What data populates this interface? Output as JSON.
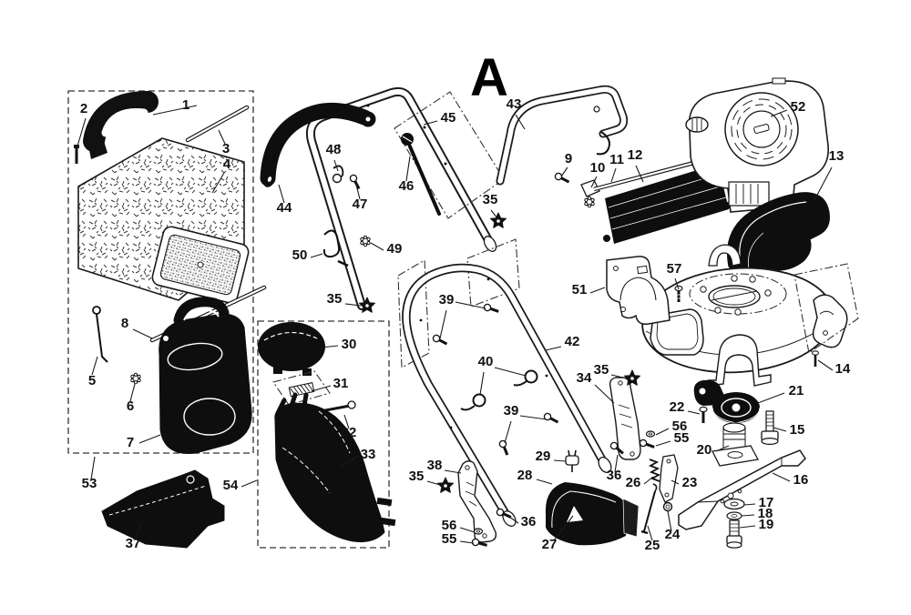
{
  "view_label": "A",
  "colors": {
    "background": "#ffffff",
    "ink": "#1a1a1a",
    "dark_part_fill": "#111111"
  },
  "labels": {
    "1": "1",
    "2": "2",
    "3": "3",
    "4": "4",
    "5": "5",
    "6": "6",
    "7": "7",
    "8": "8",
    "9": "9",
    "10": "10",
    "11": "11",
    "12": "12",
    "13": "13",
    "14": "14",
    "15": "15",
    "16": "16",
    "17": "17",
    "18": "18",
    "19": "19",
    "20": "20",
    "21": "21",
    "22": "22",
    "23": "23",
    "24": "24",
    "25": "25",
    "26": "26",
    "27": "27",
    "28": "28",
    "29": "29",
    "30": "30",
    "31": "31",
    "32": "32",
    "33": "33",
    "34": "34",
    "35": "35",
    "36": "36",
    "37": "37",
    "38": "38",
    "39": "39",
    "40": "40",
    "42": "42",
    "43": "43",
    "44": "44",
    "45": "45",
    "46": "46",
    "47": "47",
    "48": "48",
    "49": "49",
    "50": "50",
    "51": "51",
    "52": "52",
    "53": "53",
    "54": "54",
    "55": "55",
    "56": "56",
    "57": "57"
  }
}
